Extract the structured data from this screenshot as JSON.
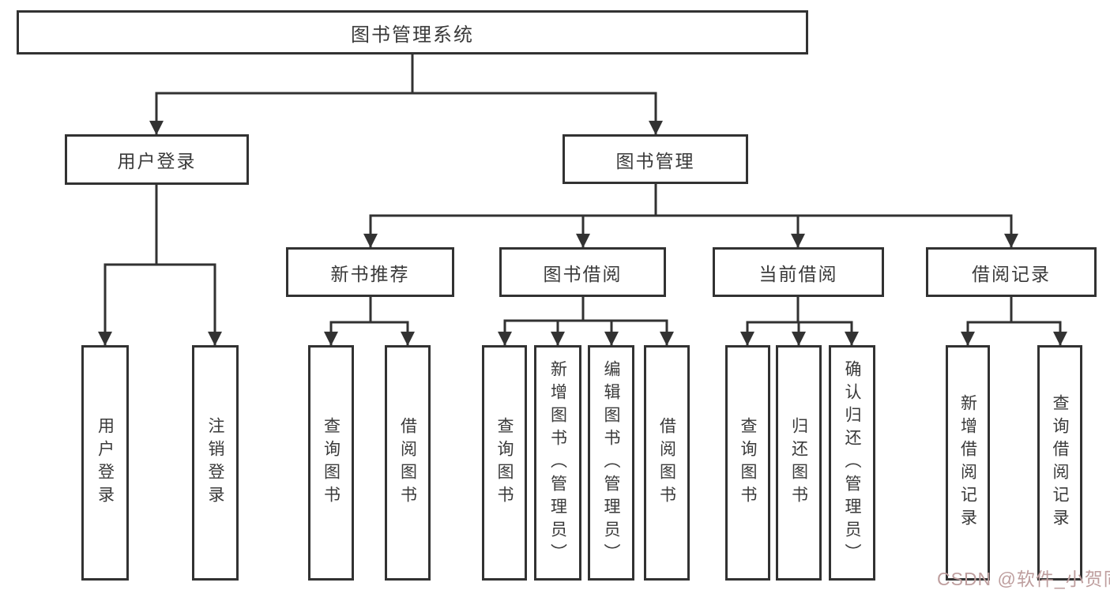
{
  "diagram_title": "图书管理系统",
  "nodes": {
    "root": "图书管理系统",
    "user_login": "用户登录",
    "book_mgmt": "图书管理",
    "new_book_rec": "新书推荐",
    "book_borrow": "图书借阅",
    "current_borrow": "当前借阅",
    "borrow_records": "借阅记录",
    "leaf_user_login": "用户登录",
    "leaf_logout": "注销登录",
    "leaf_query_book_1": "查询图书",
    "leaf_borrow_book_1": "借阅图书",
    "leaf_query_book_2": "查询图书",
    "leaf_add_book": "新增图书（管理员）",
    "leaf_edit_book": "编辑图书（管理员）",
    "leaf_borrow_book_2": "借阅图书",
    "leaf_query_book_3": "查询图书",
    "leaf_return_book": "归还图书",
    "leaf_confirm_return": "确认归还（管理员）",
    "leaf_add_borrow_record": "新增借阅记录",
    "leaf_query_borrow_record": "查询借阅记录"
  },
  "hierarchy": {
    "root": "图书管理系统",
    "children": [
      {
        "label": "用户登录",
        "children": [
          "用户登录",
          "注销登录"
        ]
      },
      {
        "label": "图书管理",
        "children": [
          {
            "label": "新书推荐",
            "children": [
              "查询图书",
              "借阅图书"
            ]
          },
          {
            "label": "图书借阅",
            "children": [
              "查询图书",
              "新增图书（管理员）",
              "编辑图书（管理员）",
              "借阅图书"
            ]
          },
          {
            "label": "当前借阅",
            "children": [
              "查询图书",
              "归还图书",
              "确认归还（管理员）"
            ]
          },
          {
            "label": "借阅记录",
            "children": [
              "新增借阅记录",
              "查询借阅记录"
            ]
          }
        ]
      }
    ]
  },
  "watermark": "CSDN @软件_小贺同学",
  "colors": {
    "line": "#323232",
    "box_border": "#323232",
    "box_fill": "#ffffff",
    "text": "#3a3a3a",
    "watermark": "#be9e9e"
  }
}
